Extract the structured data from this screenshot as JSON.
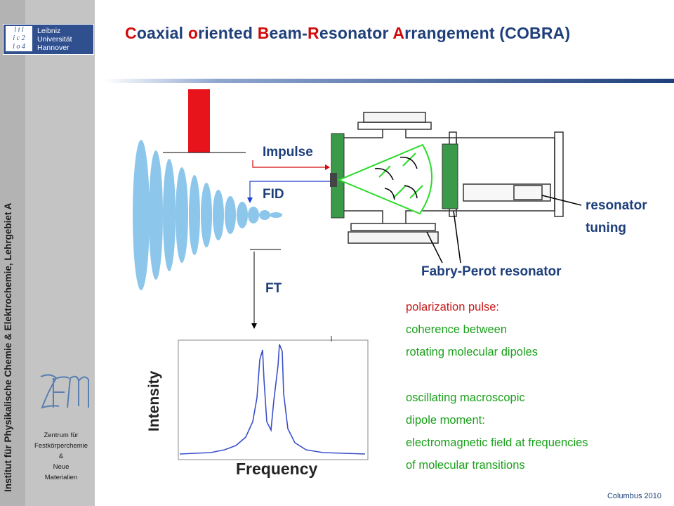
{
  "sidebar": {
    "vertical_text": "Institut für Physikalische Chemie & Elektrochemie, Lehrgebiet A",
    "logo_lines": [
      "Leibniz",
      "Universität",
      "Hannover"
    ],
    "logo_mark_lines": [
      "l i l",
      "i c 2",
      "l o 4"
    ],
    "zfm_caption": [
      "Zentrum für",
      "Festkörperchemie",
      "&",
      "Neue",
      "Materialien"
    ]
  },
  "title": {
    "parts": [
      {
        "text": "C",
        "red": true
      },
      {
        "text": "oaxial ",
        "red": false
      },
      {
        "text": "o",
        "red": true
      },
      {
        "text": "riented ",
        "red": false
      },
      {
        "text": "B",
        "red": true
      },
      {
        "text": "eam-",
        "red": false
      },
      {
        "text": "R",
        "red": true
      },
      {
        "text": "esonator ",
        "red": false
      },
      {
        "text": "A",
        "red": true
      },
      {
        "text": "rrangement (COBRA)",
        "red": false
      }
    ]
  },
  "diagram": {
    "impulse_label": "Impulse",
    "fid_label": "FID",
    "ft_label": "FT",
    "resonator_tuning_line1": "resonator",
    "resonator_tuning_line2": "tuning",
    "fabry_perot_label": "Fabry-Perot resonator",
    "spectrum_y_label": "Intensity",
    "spectrum_x_label": "Frequency"
  },
  "text_block": {
    "line1": "polarization pulse:",
    "line2": "coherence between",
    "line3": "rotating molecular dipoles",
    "line4": "oscillating macroscopic",
    "line5": "dipole moment:",
    "line6": "electromagnetic field at frequencies",
    "line7": "of molecular transitions"
  },
  "footer": "Columbus 2010",
  "colors": {
    "title_blue": "#1e3f7a",
    "title_red": "#d10a0a",
    "fid_blue": "#8cc6ea",
    "pulse_red": "#e8141c",
    "beam_green": "#2adb2a",
    "text_green": "#1aa01a"
  }
}
